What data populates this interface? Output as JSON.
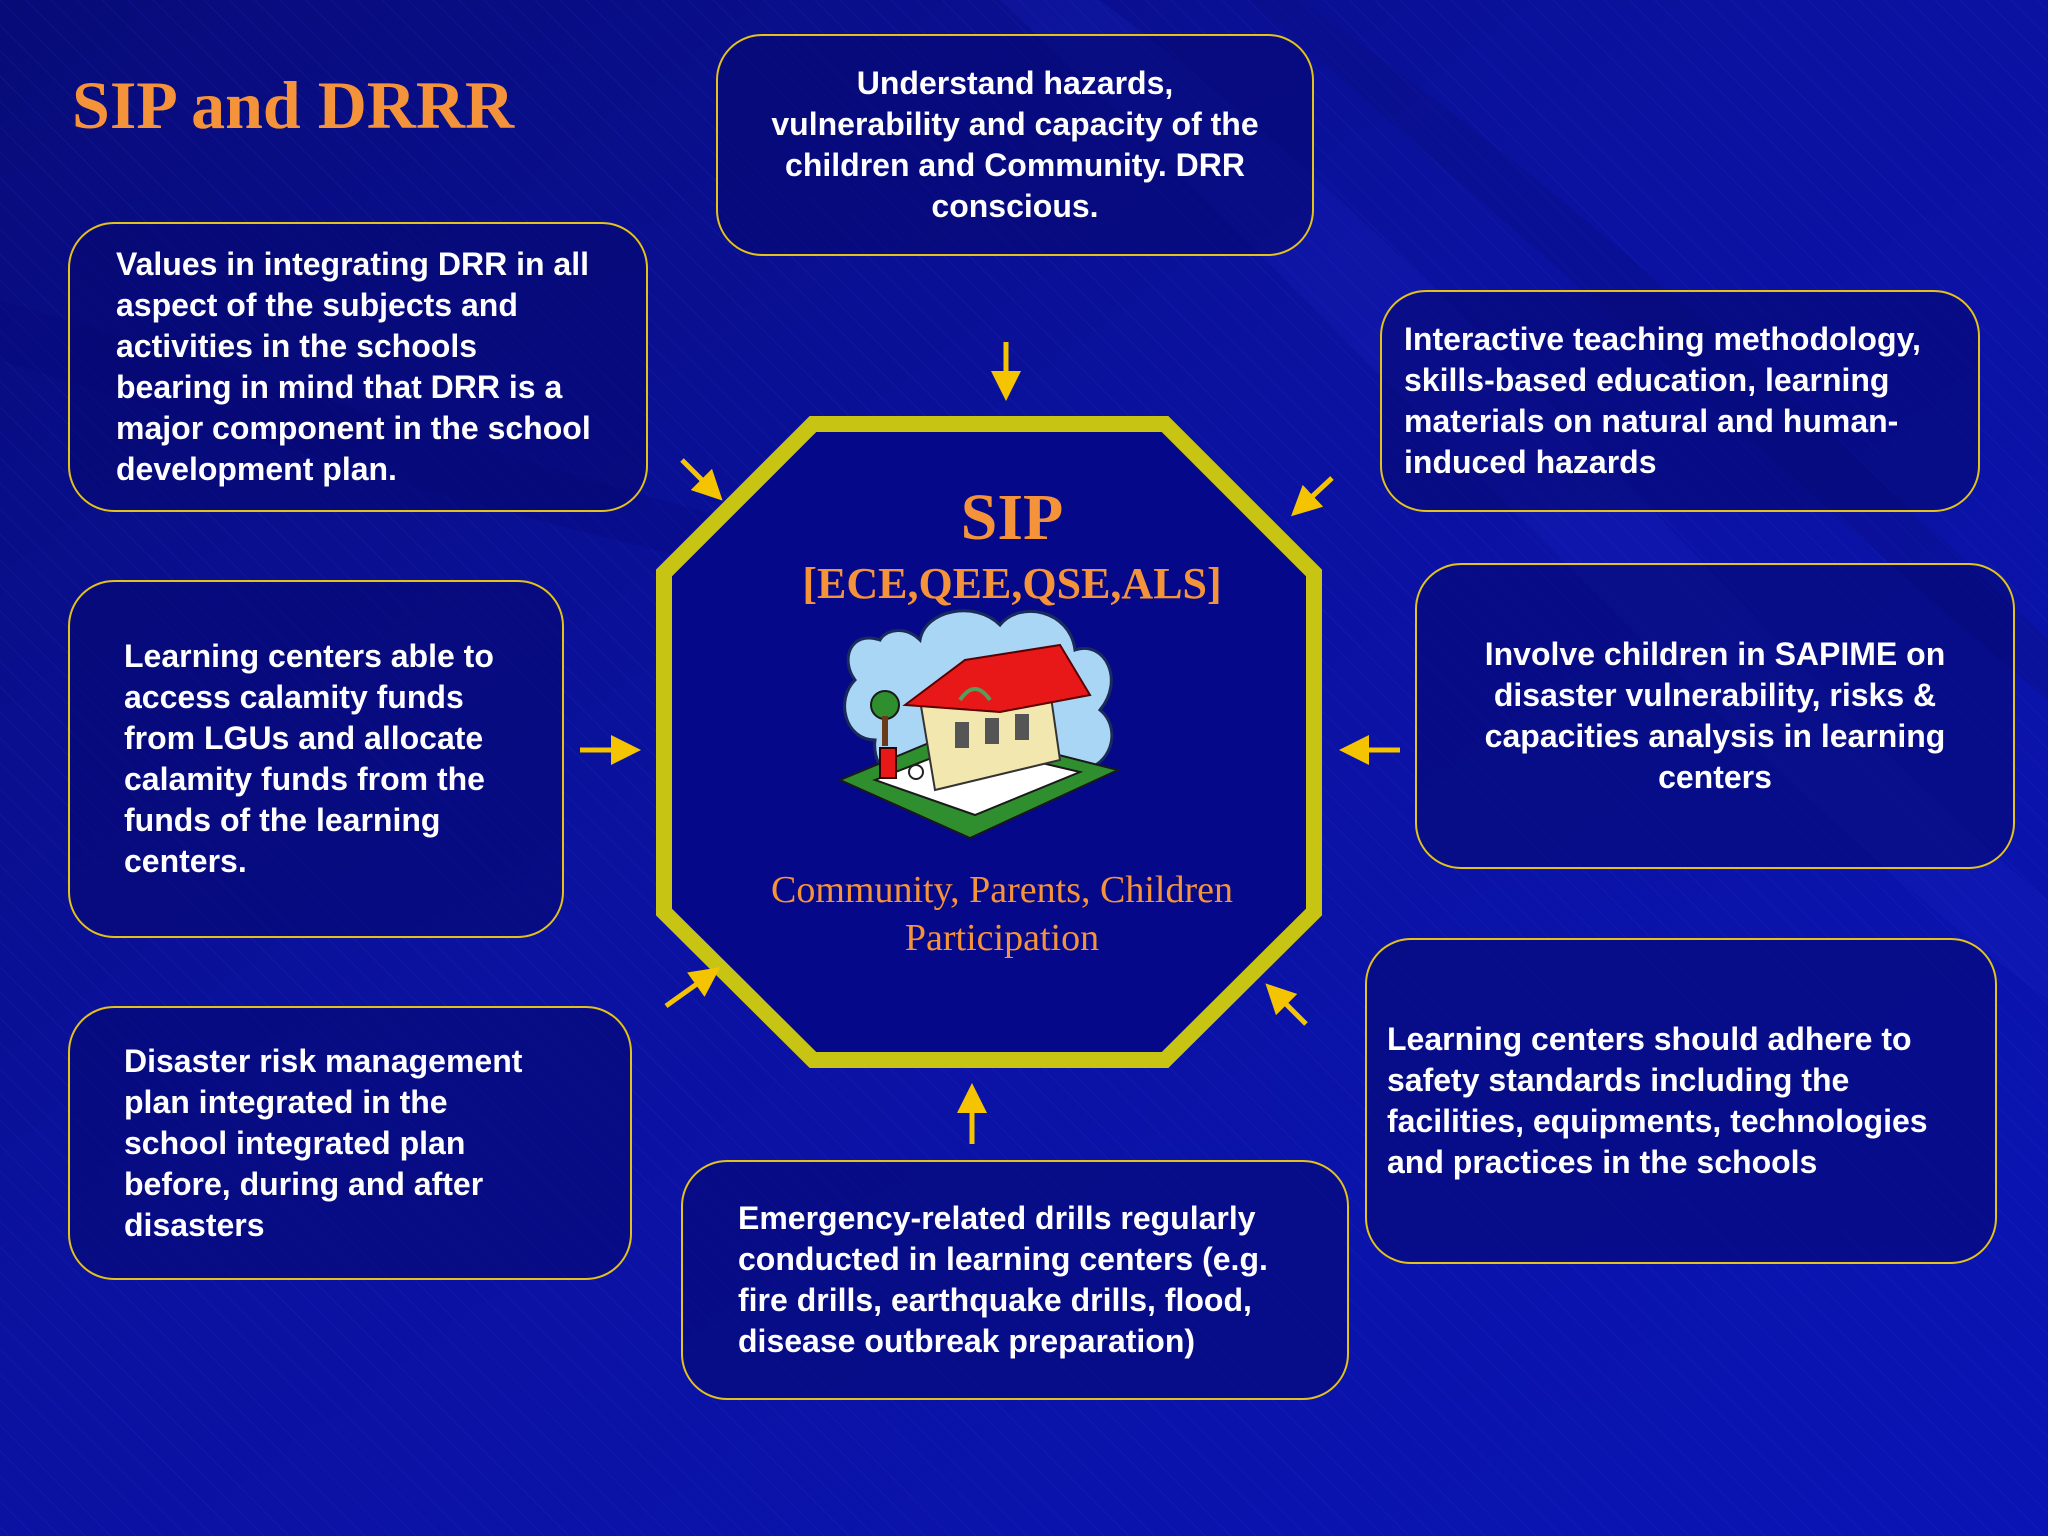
{
  "title": "SIP and DRRR",
  "colors": {
    "background": "#0a0f8c",
    "title": "#f5933a",
    "box_border": "#e3c21a",
    "octagon_border": "#c8c414",
    "arrow": "#f5c400",
    "text": "#ffffff"
  },
  "center": {
    "label": "SIP",
    "subtitle": "[ECE,QEE,QSE,ALS]",
    "participation_line1": "Community, Parents, Children",
    "participation_line2": "Participation",
    "icon": "school-house-icon"
  },
  "boxes": {
    "top": {
      "lines": [
        "Understand hazards,",
        "vulnerability and capacity of the",
        "children and Community. DRR",
        "conscious."
      ]
    },
    "top_left": {
      "lines": [
        "Values in integrating DRR in all",
        "aspect of the subjects and",
        "activities in the schools",
        "bearing in mind that DRR is a",
        "major component in the school",
        "development plan."
      ]
    },
    "top_right": {
      "lines": [
        "Interactive teaching methodology,",
        "skills-based education, learning",
        "materials on natural and human-",
        "induced hazards"
      ]
    },
    "mid_left": {
      "lines": [
        "Learning centers able to",
        "access calamity funds",
        "from LGUs and allocate",
        "calamity funds from the",
        "funds of the learning",
        "centers."
      ]
    },
    "mid_right": {
      "lines": [
        "Involve children in SAPIME on",
        "disaster vulnerability, risks &",
        "capacities analysis in learning",
        "centers"
      ]
    },
    "bottom_left": {
      "lines": [
        "Disaster risk management",
        "plan integrated in the",
        "school integrated plan",
        "before, during and after",
        "disasters"
      ]
    },
    "bottom_center": {
      "lines": [
        "Emergency-related drills regularly",
        "conducted in learning centers (e.g.",
        "fire drills, earthquake drills, flood,",
        "disease outbreak preparation)"
      ]
    },
    "bottom_right": {
      "lines": [
        "Learning centers should adhere to",
        "safety standards including the",
        "facilities, equipments, technologies",
        "and practices in the schools"
      ]
    }
  }
}
